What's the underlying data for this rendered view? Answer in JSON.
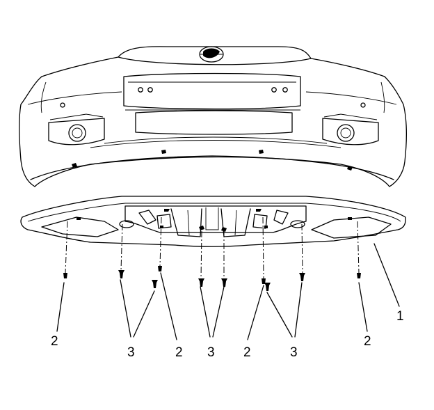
{
  "callouts": {
    "c1": "1",
    "c2a": "2",
    "c3a": "3",
    "c2b": "2",
    "c3b": "3",
    "c2c": "2",
    "c3c": "3",
    "c2d": "2"
  }
}
